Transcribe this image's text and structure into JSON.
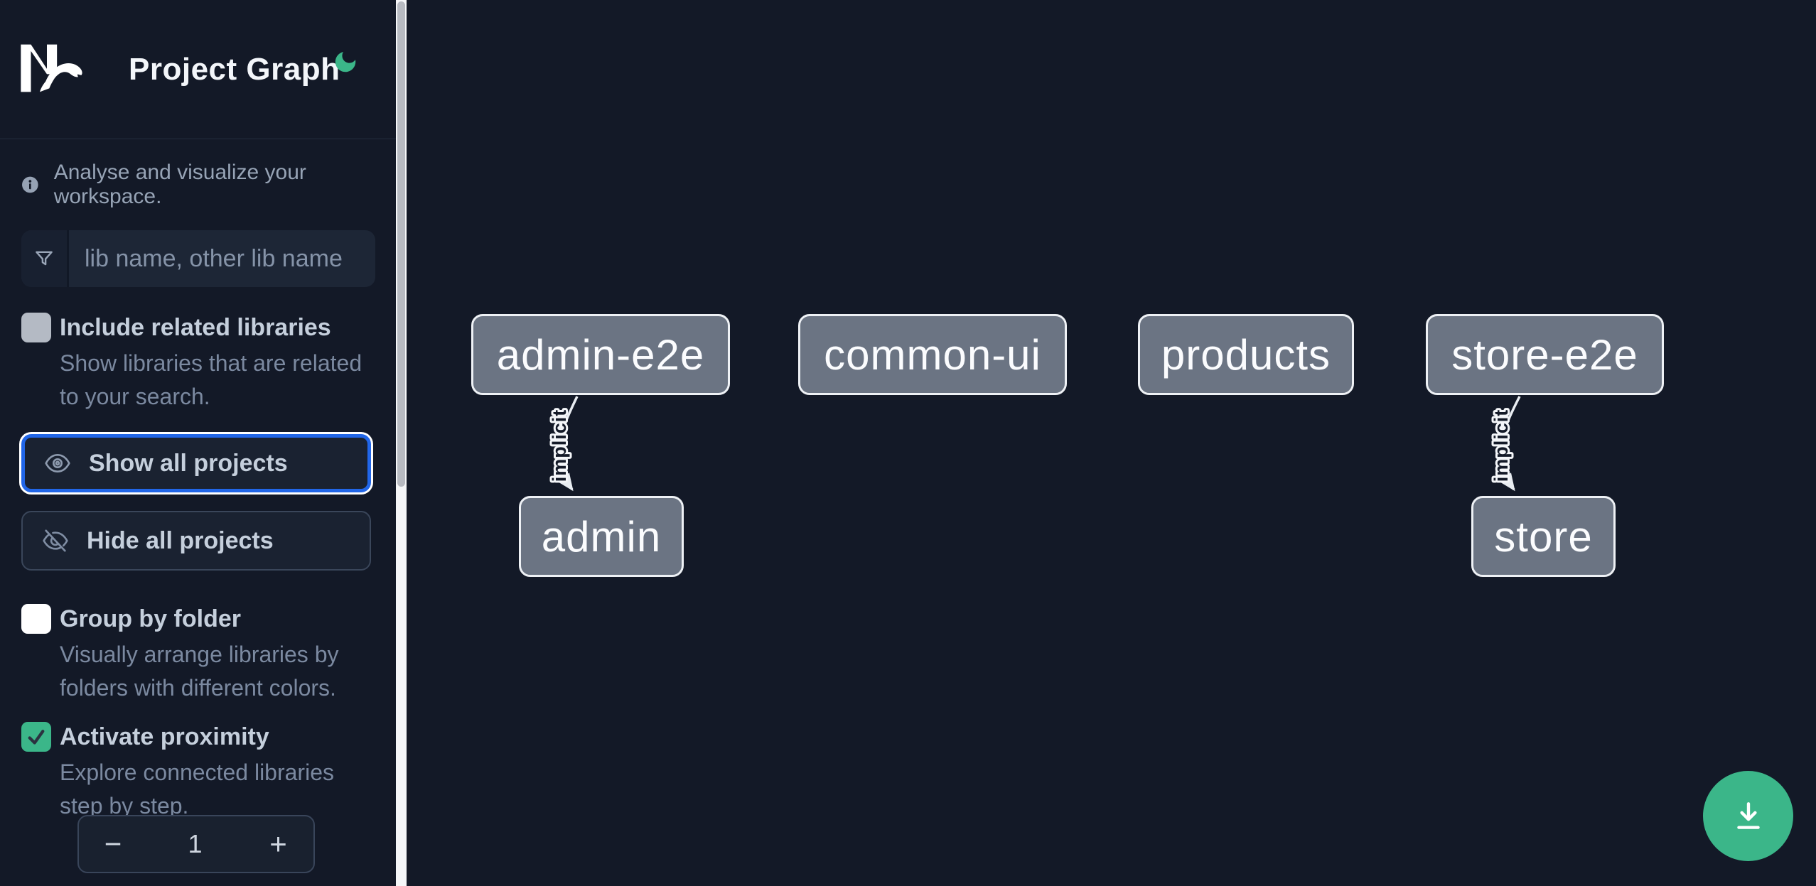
{
  "app": {
    "title": "Project Graph"
  },
  "sidebar": {
    "info_text": "Analyse and visualize your workspace.",
    "search": {
      "placeholder": "lib name, other lib name",
      "value": ""
    },
    "checkboxes": [
      {
        "label": "Include related libraries",
        "description": "Show libraries that are related to your search.",
        "checked": false
      },
      {
        "label": "Group by folder",
        "description": "Visually arrange libraries by folders with different colors.",
        "checked": false
      },
      {
        "label": "Activate proximity",
        "description": "Explore connected libraries step by step.",
        "checked": true
      }
    ],
    "buttons": {
      "show_all": "Show all projects",
      "hide_all": "Hide all projects"
    },
    "stepper": {
      "decrement": "−",
      "value": "1",
      "increment": "+"
    }
  },
  "graph": {
    "nodes": [
      {
        "label": "admin-e2e"
      },
      {
        "label": "common-ui"
      },
      {
        "label": "products"
      },
      {
        "label": "store-e2e"
      },
      {
        "label": "admin"
      },
      {
        "label": "store"
      }
    ],
    "edges": [
      {
        "from": "admin-e2e",
        "to": "admin",
        "label": "implicit"
      },
      {
        "from": "store-e2e",
        "to": "store",
        "label": "implicit"
      }
    ]
  },
  "colors": {
    "background": "#131927",
    "accent_green": "#3bb689",
    "focus_blue": "#2166e8",
    "node_fill": "#6b7483",
    "node_border": "#eef1f5"
  }
}
